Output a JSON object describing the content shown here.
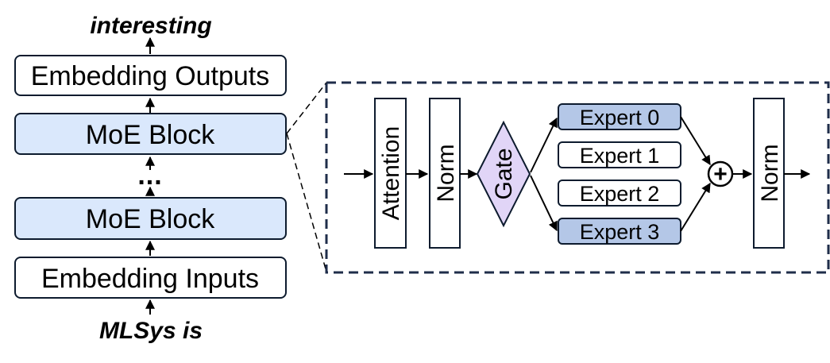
{
  "left_stack": {
    "output_text": "interesting",
    "input_text": "MLSys is",
    "embedding_outputs": "Embedding Outputs",
    "moe_block_top": "MoE Block",
    "moe_block_bottom": "MoE Block",
    "ellipsis": "...",
    "embedding_inputs": "Embedding Inputs"
  },
  "moe_detail": {
    "attention": "Attention",
    "norm_1": "Norm",
    "gate": "Gate",
    "experts": [
      "Expert 0",
      "Expert 1",
      "Expert 2",
      "Expert 3"
    ],
    "sum_symbol": "+",
    "norm_2": "Norm"
  },
  "colors": {
    "highlight_fill": "#dae8fc",
    "expert_active_fill": "#b4c7e7",
    "gate_fill": "#e1d5f7",
    "stroke": "#0d1b2e",
    "detail_border": "#1f2d4a"
  }
}
